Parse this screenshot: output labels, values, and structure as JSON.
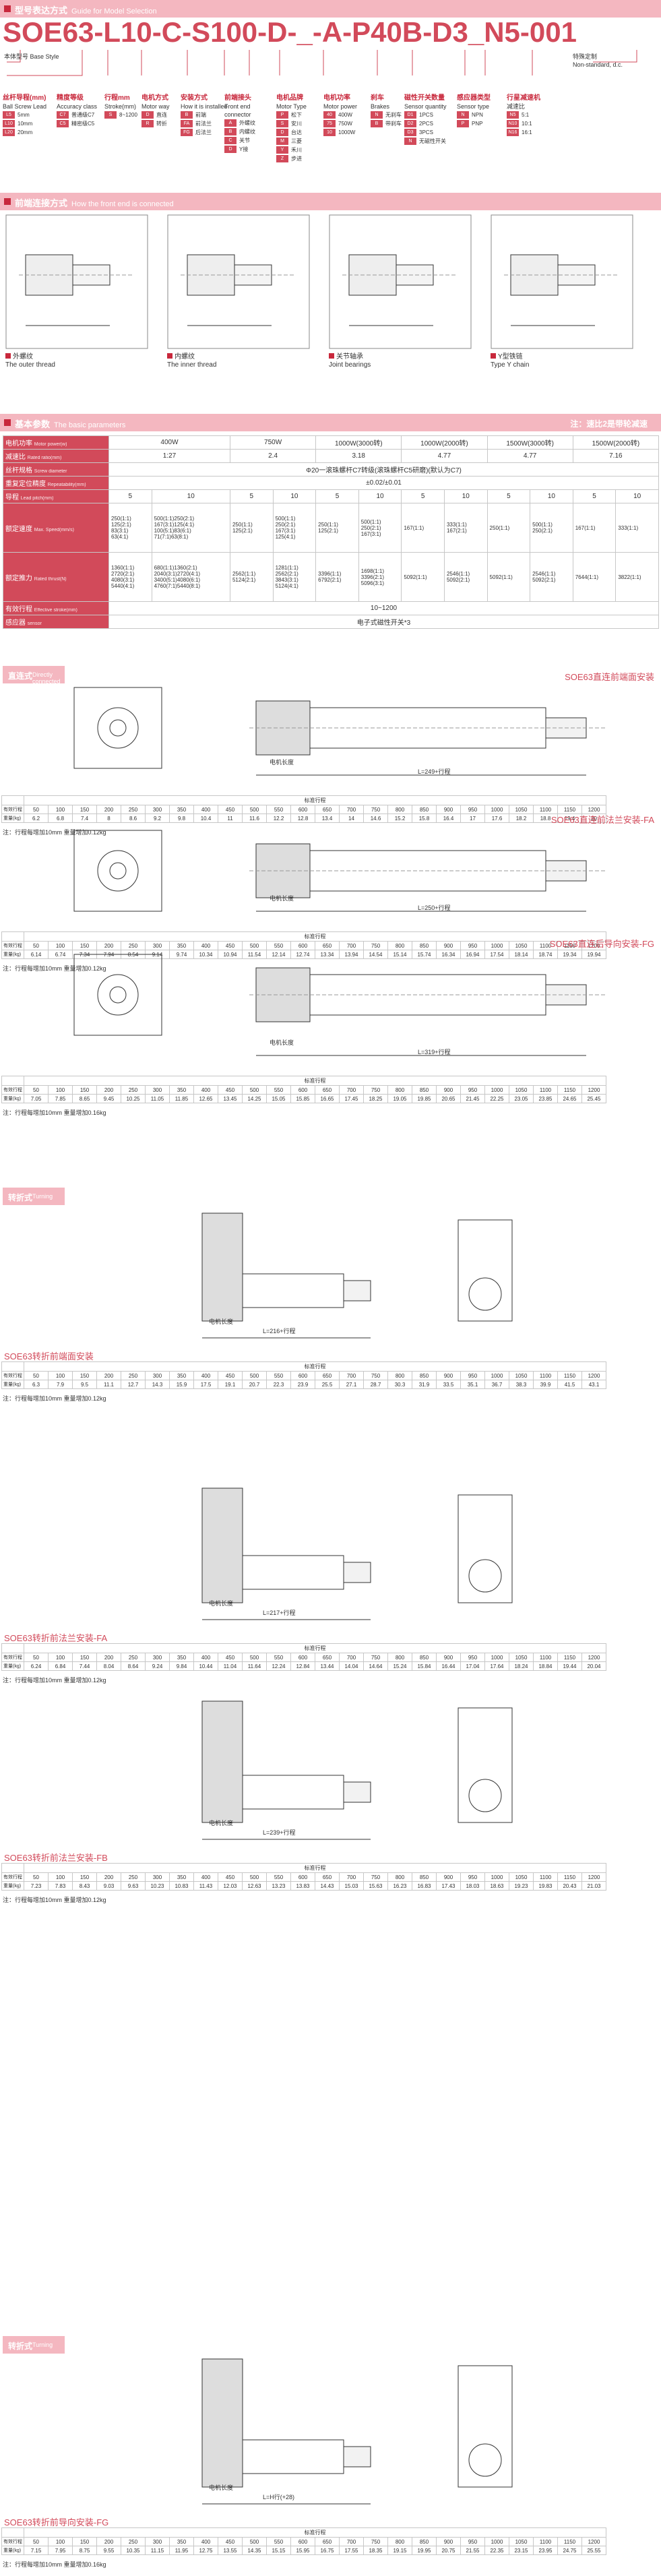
{
  "section1": {
    "title": "型号表达方式",
    "title_en": "Guide for Model Selection"
  },
  "code": "SOE63-L10-C-S100-D-_-A-P40B-D3_N5-001",
  "labels": {
    "body_model": "本体型号",
    "body_model_en": "Base Style",
    "special": "特殊定制",
    "special_en": "Non-standard, d.c."
  },
  "columns": [
    {
      "cn": "丝杆导程(mm)",
      "en": "Ball Screw Lead",
      "opts": [
        [
          "L5",
          "5mm"
        ],
        [
          "L10",
          "10mm"
        ],
        [
          "L20",
          "20mm"
        ]
      ]
    },
    {
      "cn": "精度等级",
      "en": "Accuracy class",
      "opts": [
        [
          "C7",
          "普通级C7"
        ],
        [
          "C5",
          "精密级C5"
        ]
      ]
    },
    {
      "cn": "行程mm",
      "en": "Stroke(mm)",
      "opts": [
        [
          "S",
          "8~1200"
        ]
      ]
    },
    {
      "cn": "电机方式",
      "en": "Motor way",
      "opts": [
        [
          "D",
          "直连"
        ],
        [
          "R",
          "转折"
        ]
      ]
    },
    {
      "cn": "安装方式",
      "en": "How it is installed",
      "opts": [
        [
          "B",
          "前端"
        ],
        [
          "FA",
          "前法兰"
        ],
        [
          "FG",
          "后法兰"
        ]
      ]
    },
    {
      "cn": "前端接头",
      "en": "Front end connector",
      "opts": [
        [
          "A",
          "外螺纹"
        ],
        [
          "B",
          "内螺纹"
        ],
        [
          "C",
          "关节"
        ],
        [
          "D",
          "Y接"
        ]
      ]
    },
    {
      "cn": "电机品牌",
      "en": "Motor Type",
      "opts": [
        [
          "P",
          "松下"
        ],
        [
          "S",
          "安川"
        ],
        [
          "D",
          "台达"
        ],
        [
          "M",
          "三菱"
        ],
        [
          "Y",
          "禾川"
        ],
        [
          "Z",
          "步进"
        ]
      ]
    },
    {
      "cn": "电机功率",
      "en": "Motor power",
      "opts": [
        [
          "40",
          "400W"
        ],
        [
          "75",
          "750W"
        ],
        [
          "10",
          "1000W"
        ]
      ]
    },
    {
      "cn": "刹车",
      "en": "Brakes",
      "opts": [
        [
          "N",
          "无刹车"
        ],
        [
          "B",
          "带刹车"
        ]
      ]
    },
    {
      "cn": "磁性开关数量",
      "en": "Sensor quantity",
      "opts": [
        [
          "D1",
          "1PCS"
        ],
        [
          "D2",
          "2PCS"
        ],
        [
          "D3",
          "3PCS"
        ],
        [
          "N",
          "无磁性开关"
        ]
      ]
    },
    {
      "cn": "感应器类型",
      "en": "Sensor type",
      "opts": [
        [
          "N",
          "NPN"
        ],
        [
          "P",
          "PNP"
        ]
      ]
    },
    {
      "cn": "行星减速机",
      "en": "减速比",
      "opts": [
        [
          "N5",
          "5:1"
        ],
        [
          "N10",
          "10:1"
        ],
        [
          "N16",
          "16:1"
        ]
      ]
    }
  ],
  "section2": {
    "title": "前端连接方式",
    "title_en": "How the front end is connected"
  },
  "front": [
    {
      "cn": "外螺纹",
      "en": "The outer thread"
    },
    {
      "cn": "内螺纹",
      "en": "The inner thread"
    },
    {
      "cn": "关节轴承",
      "en": "Joint bearings"
    },
    {
      "cn": "Y型铁链",
      "en": "Type Y chain"
    }
  ],
  "section3": {
    "title": "基本参数",
    "title_en": "The basic parameters",
    "note": "注：速比2是带轮减速"
  },
  "params": {
    "motor_power_label": "电机功率",
    "motor_power_en": "Motor power(w)",
    "powers": [
      "400W",
      "750W",
      "1000W(3000转)",
      "1000W(2000转)",
      "1500W(3000转)",
      "1500W(2000转)"
    ],
    "ratio_label": "减速比",
    "ratio_en": "Rated ratio(mm)",
    "ratios": [
      "1:27",
      "2.4",
      "3.18",
      "4.77",
      "4.77",
      "7.16"
    ],
    "screw_label": "丝杆规格",
    "screw_en": "Screw diameter",
    "screw_value": "Φ20一滚珠螺杆C7转级(滚珠螺杆C5研磨)(默认为C7)",
    "repeat_label": "重复定位精度",
    "repeat_en": "Repeatability(mm)",
    "repeat_value": "±0.02/±0.01",
    "lead_label": "导程",
    "lead_en": "Lead pitch(mm)",
    "leads": [
      "5",
      "10",
      "5",
      "10",
      "5",
      "10",
      "5",
      "10",
      "5",
      "10",
      "5",
      "10"
    ],
    "speed_label": "额定速度",
    "speed_en": "Max. Speed(mm/s)",
    "speeds": [
      "250(1:1)\n125(2:1)\n83(3:1)\n63(4:1)",
      "500(1:1)250(2:1)\n167(3:1)125(4:1)\n100(5:1)83(6:1)\n71(7:1)63(8:1)",
      "250(1:1)\n125(2:1)",
      "500(1:1)\n250(2:1)\n167(3:1)\n125(4:1)",
      "250(1:1)\n125(2:1)",
      "500(1:1)\n250(2:1)\n167(3:1)",
      "167(1:1)",
      "333(1:1)\n167(2:1)",
      "250(1:1)",
      "500(1:1)\n250(2:1)",
      "167(1:1)",
      "333(1:1)"
    ],
    "thrust_label": "额定推力",
    "thrust_en": "Rated thrust(N)",
    "thrusts": [
      "1360(1:1)\n2720(2:1)\n4080(3:1)\n5440(4:1)",
      "680(1:1)1360(2:1)\n2040(3:1)2720(4:1)\n3400(5:1)4080(6:1)\n4760(7:1)5440(8:1)",
      "2562(1:1)\n5124(2:1)",
      "1281(1:1)\n2562(2:1)\n3843(3:1)\n5124(4:1)",
      "3396(1:1)\n6792(2:1)",
      "1698(1:1)\n3396(2:1)\n5096(3:1)",
      "5092(1:1)",
      "2546(1:1)\n5092(2:1)",
      "5092(1:1)",
      "2546(1:1)\n5092(2:1)",
      "7644(1:1)",
      "3822(1:1)"
    ],
    "stroke_label": "有效行程",
    "stroke_en": "Effective stroke(mm)",
    "stroke_value": "10~1200",
    "sensor_label": "感应器",
    "sensor_en": "sensor",
    "sensor_value": "电子式磁性开关*3"
  },
  "direct": {
    "tag": "直连式",
    "tag_en": "Directly connected"
  },
  "turning": {
    "tag": "转折式",
    "tag_en": "Turning"
  },
  "drawings": [
    {
      "title": "SOE63直连前端面安装",
      "L": "L=249+行程",
      "motor": "电机长度"
    },
    {
      "title": "SOE63直连前法兰安装-FA",
      "L": "L=250+行程",
      "motor": "电机长度"
    },
    {
      "title": "SOE63直连后导向安装-FG",
      "L": "L=319+行程",
      "motor": "电机长度"
    },
    {
      "title": "SOE63转折前端面安装",
      "L": "L=216+行程",
      "motor": "电机长度"
    },
    {
      "title": "SOE63转折前法兰安装-FA",
      "L": "L=217+行程",
      "motor": "电机长度"
    },
    {
      "title": "SOE63转折前法兰安装-FB",
      "L": "L=239+行程",
      "motor": "电机长度"
    },
    {
      "title": "SOE63转折前导向安装-FG",
      "L": "L=H行(+28)",
      "motor": "电机长度"
    }
  ],
  "stroke_tables": [
    {
      "row1": "有效行程",
      "row2": "重量(kg)",
      "header": "标准行程",
      "strokes": [
        "50",
        "100",
        "150",
        "200",
        "250",
        "300",
        "350",
        "400",
        "450",
        "500",
        "550",
        "600",
        "650",
        "700",
        "750",
        "800",
        "850",
        "900",
        "950",
        "1000",
        "1050",
        "1100",
        "1150",
        "1200"
      ],
      "weights": [
        "6.2",
        "6.8",
        "7.4",
        "8",
        "8.6",
        "9.2",
        "9.8",
        "10.4",
        "11",
        "11.6",
        "12.2",
        "12.8",
        "13.4",
        "14",
        "14.6",
        "15.2",
        "15.8",
        "16.4",
        "17",
        "17.6",
        "18.2",
        "18.8",
        "19.4",
        "20"
      ],
      "note": "注：行程每增加10mm 重量增加0.12kg"
    },
    {
      "row1": "有效行程",
      "row2": "重量(kg)",
      "header": "标准行程",
      "strokes": [
        "50",
        "100",
        "150",
        "200",
        "250",
        "300",
        "350",
        "400",
        "450",
        "500",
        "550",
        "600",
        "650",
        "700",
        "750",
        "800",
        "850",
        "900",
        "950",
        "1000",
        "1050",
        "1100",
        "1150",
        "1200"
      ],
      "weights": [
        "6.14",
        "6.74",
        "7.34",
        "7.94",
        "8.54",
        "9.14",
        "9.74",
        "10.34",
        "10.94",
        "11.54",
        "12.14",
        "12.74",
        "13.34",
        "13.94",
        "14.54",
        "15.14",
        "15.74",
        "16.34",
        "16.94",
        "17.54",
        "18.14",
        "18.74",
        "19.34",
        "19.94"
      ],
      "note": "注：行程每增加10mm 重量增加0.12kg"
    },
    {
      "row1": "有效行程",
      "row2": "重量(kg)",
      "header": "标准行程",
      "strokes": [
        "50",
        "100",
        "150",
        "200",
        "250",
        "300",
        "350",
        "400",
        "450",
        "500",
        "550",
        "600",
        "650",
        "700",
        "750",
        "800",
        "850",
        "900",
        "950",
        "1000",
        "1050",
        "1100",
        "1150",
        "1200"
      ],
      "weights": [
        "7.05",
        "7.85",
        "8.65",
        "9.45",
        "10.25",
        "11.05",
        "11.85",
        "12.65",
        "13.45",
        "14.25",
        "15.05",
        "15.85",
        "16.65",
        "17.45",
        "18.25",
        "19.05",
        "19.85",
        "20.65",
        "21.45",
        "22.25",
        "23.05",
        "23.85",
        "24.65",
        "25.45"
      ],
      "note": "注：行程每增加10mm 重量增加0.16kg"
    },
    {
      "row1": "有效行程",
      "row2": "重量(kg)",
      "header": "标准行程",
      "strokes": [
        "50",
        "100",
        "150",
        "200",
        "250",
        "300",
        "350",
        "400",
        "450",
        "500",
        "550",
        "600",
        "650",
        "700",
        "750",
        "800",
        "850",
        "900",
        "950",
        "1000",
        "1050",
        "1100",
        "1150",
        "1200"
      ],
      "weights": [
        "6.3",
        "7.9",
        "9.5",
        "11.1",
        "12.7",
        "14.3",
        "15.9",
        "17.5",
        "19.1",
        "20.7",
        "22.3",
        "23.9",
        "25.5",
        "27.1",
        "28.7",
        "30.3",
        "31.9",
        "33.5",
        "35.1",
        "36.7",
        "38.3",
        "39.9",
        "41.5",
        "43.1"
      ],
      "note": "注：行程每增加10mm 重量增加0.12kg"
    },
    {
      "row1": "有效行程",
      "row2": "重量(kg)",
      "header": "标准行程",
      "strokes": [
        "50",
        "100",
        "150",
        "200",
        "250",
        "300",
        "350",
        "400",
        "450",
        "500",
        "550",
        "600",
        "650",
        "700",
        "750",
        "800",
        "850",
        "900",
        "950",
        "1000",
        "1050",
        "1100",
        "1150",
        "1200"
      ],
      "weights": [
        "6.24",
        "6.84",
        "7.44",
        "8.04",
        "8.64",
        "9.24",
        "9.84",
        "10.44",
        "11.04",
        "11.64",
        "12.24",
        "12.84",
        "13.44",
        "14.04",
        "14.64",
        "15.24",
        "15.84",
        "16.44",
        "17.04",
        "17.64",
        "18.24",
        "18.84",
        "19.44",
        "20.04"
      ],
      "note": "注：行程每增加10mm 重量增加0.12kg"
    },
    {
      "row1": "有效行程",
      "row2": "重量(kg)",
      "header": "标准行程",
      "strokes": [
        "50",
        "100",
        "150",
        "200",
        "250",
        "300",
        "350",
        "400",
        "450",
        "500",
        "550",
        "600",
        "650",
        "700",
        "750",
        "800",
        "850",
        "900",
        "950",
        "1000",
        "1050",
        "1100",
        "1150",
        "1200"
      ],
      "weights": [
        "7.23",
        "7.83",
        "8.43",
        "9.03",
        "9.63",
        "10.23",
        "10.83",
        "11.43",
        "12.03",
        "12.63",
        "13.23",
        "13.83",
        "14.43",
        "15.03",
        "15.63",
        "16.23",
        "16.83",
        "17.43",
        "18.03",
        "18.63",
        "19.23",
        "19.83",
        "20.43",
        "21.03"
      ],
      "note": "注：行程每增加10mm 重量增加0.12kg"
    },
    {
      "row1": "有效行程",
      "row2": "重量(kg)",
      "header": "标准行程",
      "strokes": [
        "50",
        "100",
        "150",
        "200",
        "250",
        "300",
        "350",
        "400",
        "450",
        "500",
        "550",
        "600",
        "650",
        "700",
        "750",
        "800",
        "850",
        "900",
        "950",
        "1000",
        "1050",
        "1100",
        "1150",
        "1200"
      ],
      "weights": [
        "7.15",
        "7.95",
        "8.75",
        "9.55",
        "10.35",
        "11.15",
        "11.95",
        "12.75",
        "13.55",
        "14.35",
        "15.15",
        "15.95",
        "16.75",
        "17.55",
        "18.35",
        "19.15",
        "19.95",
        "20.75",
        "21.55",
        "22.35",
        "23.15",
        "23.95",
        "24.75",
        "25.55"
      ],
      "note": "注：行程每增加10mm 重量增加0.16kg"
    }
  ]
}
